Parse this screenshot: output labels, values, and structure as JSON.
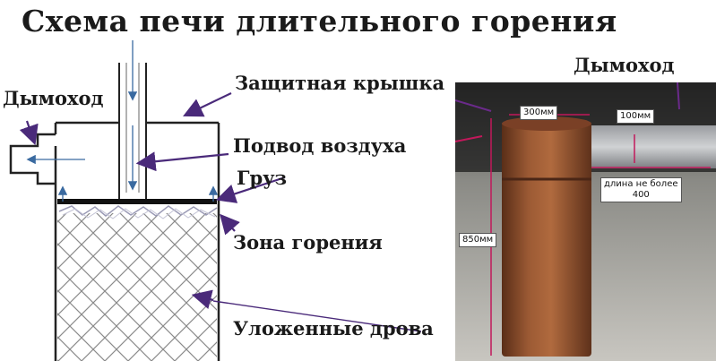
{
  "title": "Схема печи длительного горения",
  "diagram": {
    "labels": {
      "chimney_left": "Дымоход",
      "protective_lid": "Защитная крышка",
      "air_supply": "Подвод воздуха",
      "weight": "Груз",
      "combustion_zone": "Зона горения",
      "stacked_wood": "Уложенные дрова"
    }
  },
  "photo": {
    "chimney_label": "Дымоход",
    "dims": {
      "diameter": "300мм",
      "pipe": "100мм",
      "height": "850мм",
      "length_line1": "длина не более",
      "length_line2": "400"
    }
  },
  "colors": {
    "text": "#1a1a1a",
    "arrow": "#4a2a7a",
    "barrel": "#8b4a2b",
    "mesh": "#8a8a8a",
    "dim_line": "#c2185b"
  }
}
